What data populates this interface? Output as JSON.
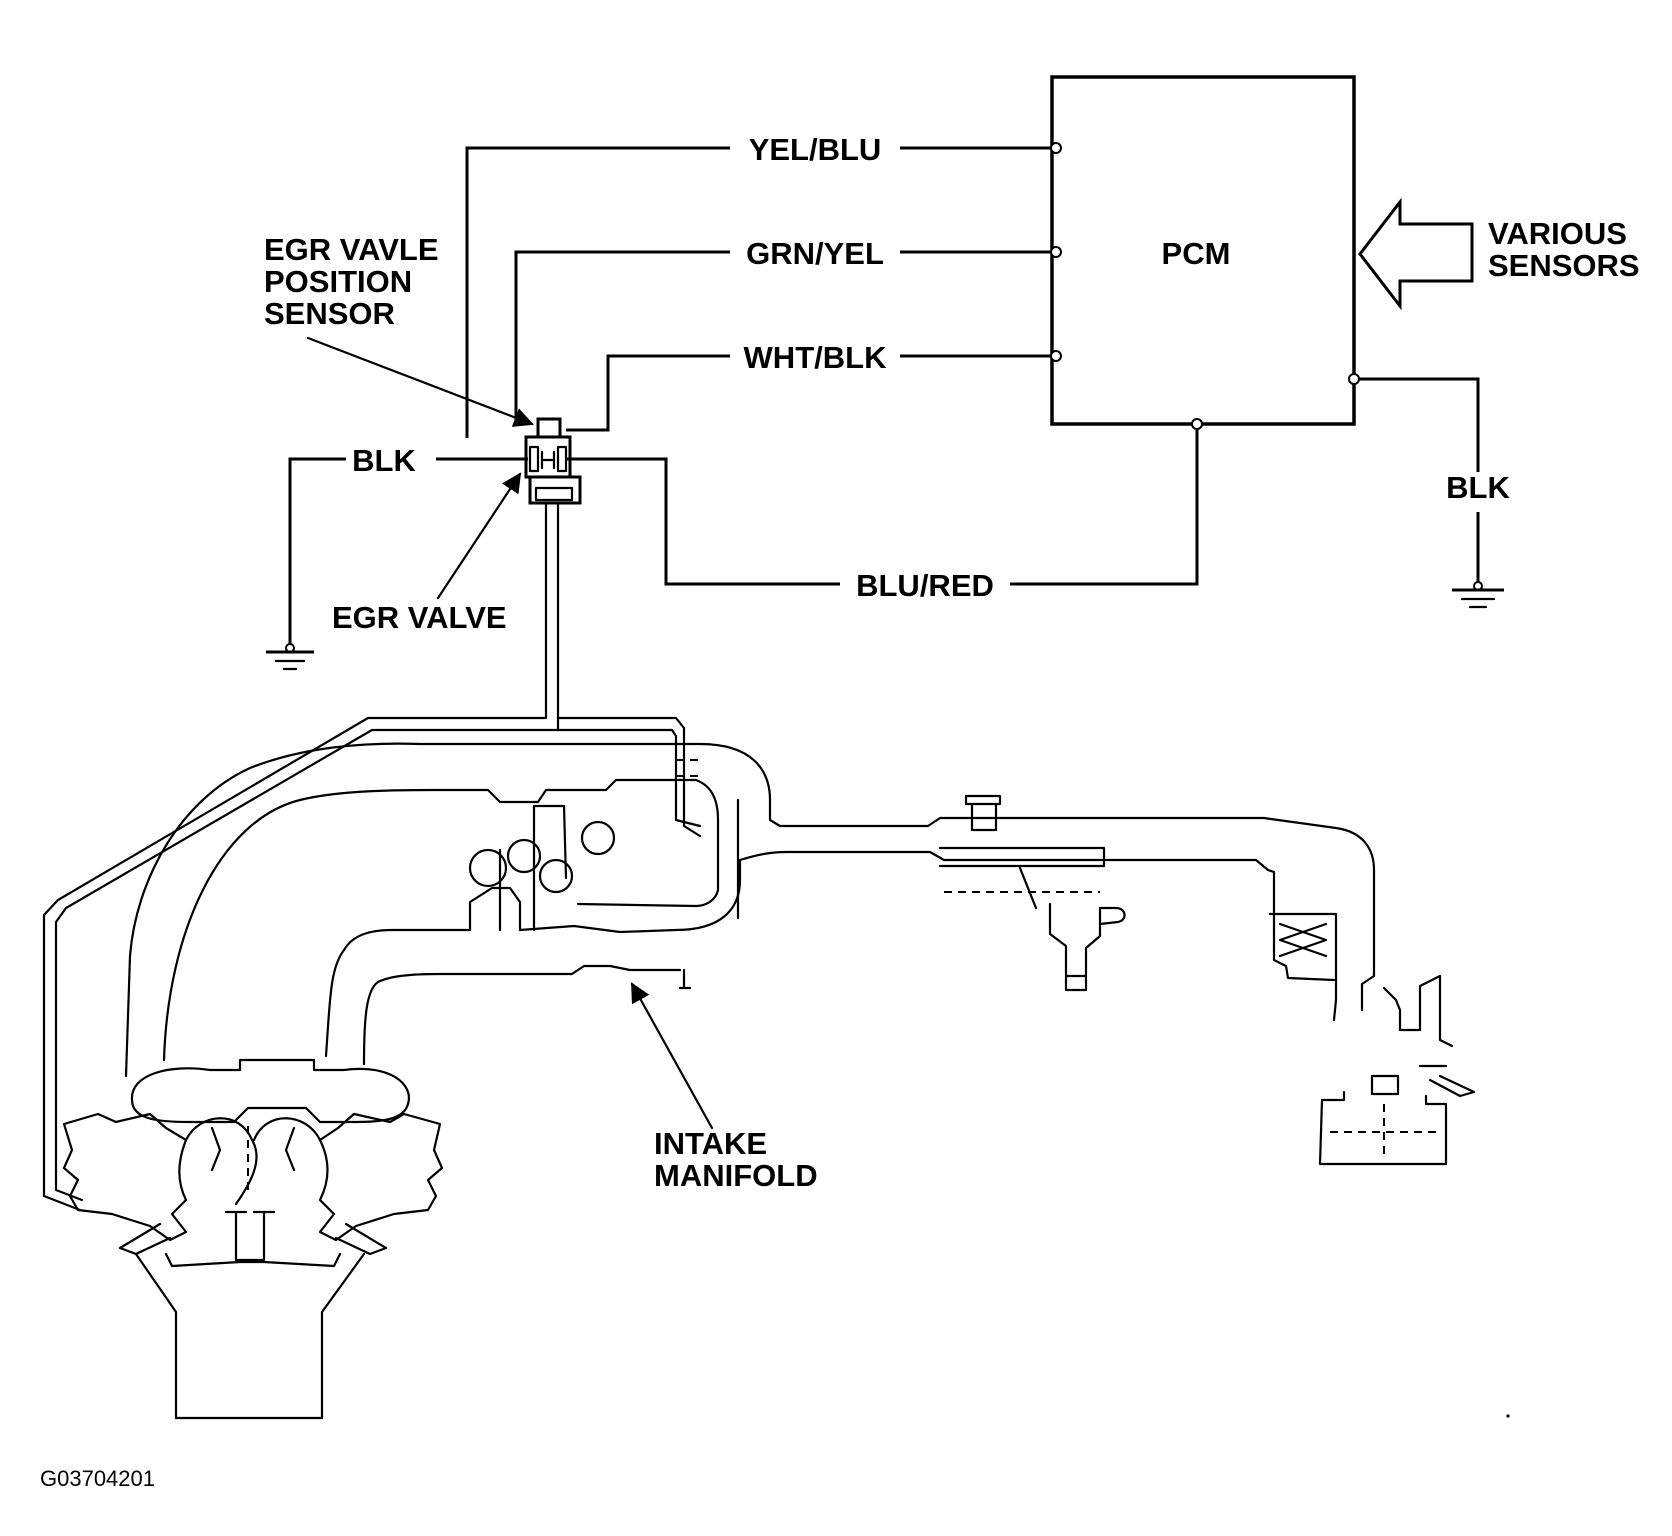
{
  "labels": {
    "pcm": "PCM",
    "various_sensors": [
      "VARIOUS",
      "SENSORS"
    ],
    "egr_position_sensor": [
      "EGR VAVLE",
      "POSITION",
      "SENSOR"
    ],
    "egr_valve": "EGR VALVE",
    "intake_manifold": [
      "INTAKE",
      "MANIFOLD"
    ]
  },
  "wires": {
    "yel_blu": "YEL/BLU",
    "grn_yel": "GRN/YEL",
    "wht_blk": "WHT/BLK",
    "blk_left": "BLK",
    "blu_red": "BLU/RED",
    "blk_right": "BLK"
  },
  "figure_code": "G03704201"
}
